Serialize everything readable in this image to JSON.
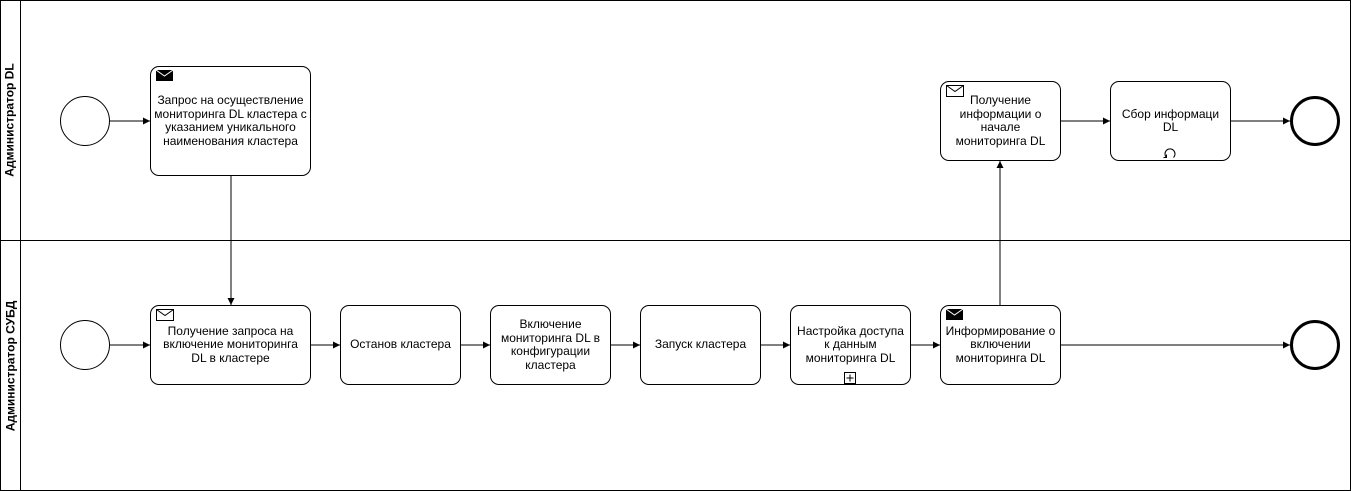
{
  "lanes": [
    {
      "label": "Администратор DL"
    },
    {
      "label": "Администратор СУБД"
    }
  ],
  "tasks": {
    "request_monitoring": {
      "label": "Запрос на осуществление мониторинга DL кластера с указанием уникального наименования кластера",
      "icon": "envelope-filled-icon"
    },
    "receive_info": {
      "label": "Получение информации о начале мониторинга DL",
      "icon": "envelope-outline-icon"
    },
    "collect_info": {
      "label": "Сбор информаци DL",
      "icon": "loop-icon"
    },
    "receive_request": {
      "label": "Получение запроса на включение мониторинга DL в кластере",
      "icon": "envelope-outline-icon"
    },
    "stop_cluster": {
      "label": "Останов кластера"
    },
    "enable_monitoring": {
      "label": "Включение мониторинга DL в конфигурации кластера"
    },
    "start_cluster": {
      "label": "Запуск кластера"
    },
    "setup_access": {
      "label": "Настройка доступа к данным мониторинга DL",
      "icon": "subprocess-plus-icon"
    },
    "inform": {
      "label": "Информирование о включении мониторинга DL",
      "icon": "envelope-filled-icon"
    }
  },
  "colors": {
    "stroke": "#000000",
    "fill": "#ffffff"
  }
}
